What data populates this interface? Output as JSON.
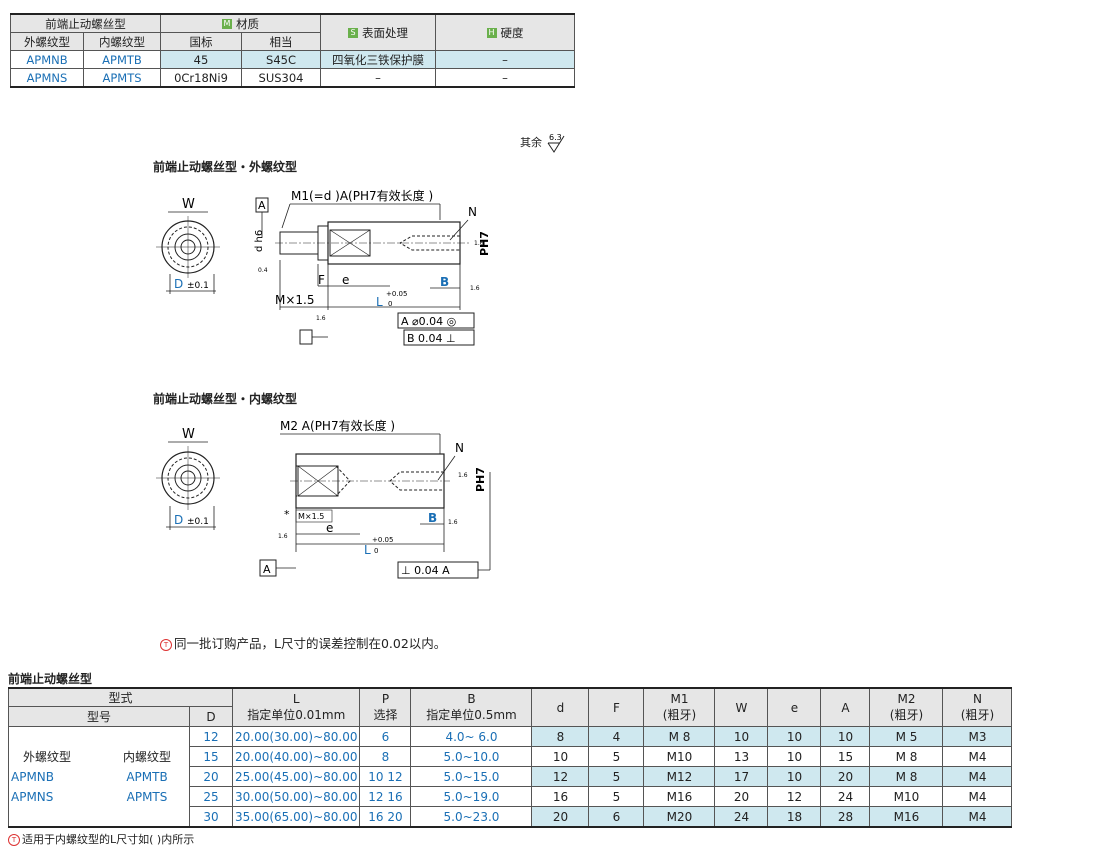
{
  "material_table": {
    "h_type": "前端止动螺丝型",
    "h_material": "材质",
    "h_surface": "表面处理",
    "h_hardness": "硬度",
    "badge_m": "M",
    "badge_s": "S",
    "badge_h": "H",
    "h_ext": "外螺纹型",
    "h_int": "内螺纹型",
    "h_national": "国标",
    "h_equiv": "相当",
    "rows": [
      {
        "ext": "APMNB",
        "int": "APMTB",
        "national": "45",
        "equiv": "S45C",
        "surface": "四氧化三铁保护膜",
        "hardness": "–"
      },
      {
        "ext": "APMNS",
        "int": "APMTS",
        "national": "0Cr18Ni9",
        "equiv": "SUS304",
        "surface": "–",
        "hardness": "–"
      }
    ]
  },
  "roughness_note": {
    "label": "其余",
    "value": "6.3"
  },
  "diagram_ext": {
    "title": "前端止动螺丝型・外螺纹型",
    "W": "W",
    "D": "D",
    "D_tol": "±0.1",
    "A": "A",
    "B": "B",
    "M1": "M1(=d )A(PH7有效长度 )",
    "N": "N",
    "d_h6": "d h6",
    "PH7": "PH7",
    "F": "F",
    "e": "e",
    "Mx": "M×1.5",
    "L": "L",
    "L_tol": "+0.05",
    "L_tol0": "0",
    "tol1": "A ⌀0.04 ◎",
    "tol2": "B 0.04 ⊥",
    "r1": "1.6",
    "r2": "0.4",
    "r3": "1.6",
    "r4": "1.6"
  },
  "diagram_int": {
    "title": "前端止动螺丝型・内螺纹型",
    "W": "W",
    "D": "D",
    "D_tol": "±0.1",
    "M2": "M2  A(PH7有效长度 )",
    "N": "N",
    "PH7": "PH7",
    "B": "B",
    "A": "A",
    "star": "*",
    "Mx": "M×1.5",
    "e": "e",
    "L": "L",
    "L_tol": "+0.05",
    "L_tol0": "0",
    "tol": "⊥ 0.04 A",
    "r1": "1.6",
    "r2": "1.6",
    "r3": "1.6"
  },
  "note1": "同一批订购产品，L尺寸的误差控制在0.02以内。",
  "note1_mark": "T",
  "spec_title": "前端止动螺丝型",
  "spec_table": {
    "h_form": "型式",
    "h_model": "型号",
    "h_D": "D",
    "h_L": "L",
    "h_L_sub": "指定单位0.01mm",
    "h_P": "P",
    "h_P_sub": "选择",
    "h_B": "B",
    "h_B_sub": "指定单位0.5mm",
    "h_d": "d",
    "h_F": "F",
    "h_M1": "M1",
    "h_M1_sub": "(粗牙)",
    "h_W": "W",
    "h_e": "e",
    "h_A": "A",
    "h_M2": "M2",
    "h_M2_sub": "(粗牙)",
    "h_N": "N",
    "h_N_sub": "(粗牙)",
    "left_ext": "外螺纹型",
    "left_int": "内螺纹型",
    "ext1": "APMNB",
    "int1": "APMTB",
    "ext2": "APMNS",
    "int2": "APMTS",
    "rows": [
      {
        "D": "12",
        "L": "20.00(30.00)~80.00",
        "P": "6",
        "B": "4.0~ 6.0",
        "d": "8",
        "F": "4",
        "M1": "M 8",
        "W": "10",
        "e": "10",
        "A": "10",
        "M2": "M 5",
        "N": "M3"
      },
      {
        "D": "15",
        "L": "20.00(40.00)~80.00",
        "P": "8",
        "B": "5.0~10.0",
        "d": "10",
        "F": "5",
        "M1": "M10",
        "W": "13",
        "e": "10",
        "A": "15",
        "M2": "M 8",
        "N": "M4"
      },
      {
        "D": "20",
        "L": "25.00(45.00)~80.00",
        "P": "10  12",
        "B": "5.0~15.0",
        "d": "12",
        "F": "5",
        "M1": "M12",
        "W": "17",
        "e": "10",
        "A": "20",
        "M2": "M 8",
        "N": "M4"
      },
      {
        "D": "25",
        "L": "30.00(50.00)~80.00",
        "P": "12  16",
        "B": "5.0~19.0",
        "d": "16",
        "F": "5",
        "M1": "M16",
        "W": "20",
        "e": "12",
        "A": "24",
        "M2": "M10",
        "N": "M4"
      },
      {
        "D": "30",
        "L": "35.00(65.00)~80.00",
        "P": "16  20",
        "B": "5.0~23.0",
        "d": "20",
        "F": "6",
        "M1": "M20",
        "W": "24",
        "e": "18",
        "A": "28",
        "M2": "M16",
        "N": "M4"
      }
    ]
  },
  "note2": "适用于内螺纹型的L尺寸如( )内所示",
  "note2_mark": "T"
}
